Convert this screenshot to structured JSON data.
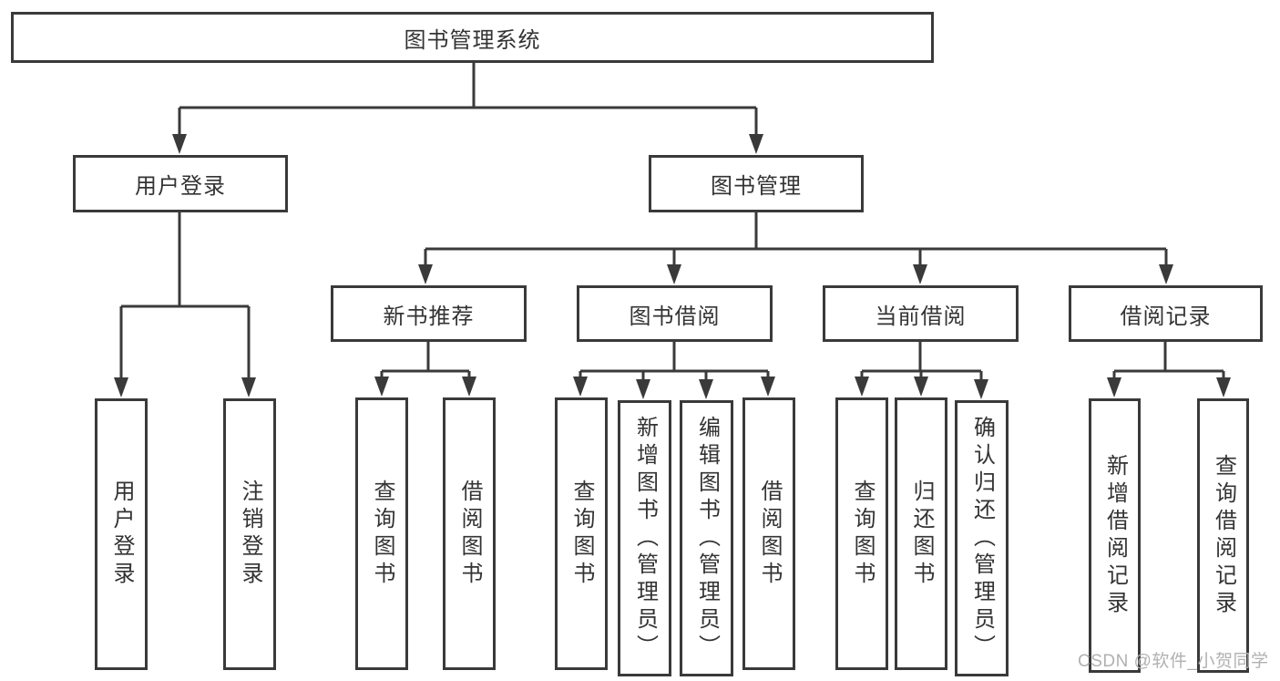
{
  "tree": {
    "label": "图书管理系统",
    "children": [
      {
        "label": "用户登录",
        "children": [
          {
            "label": "用户登录"
          },
          {
            "label": "注销登录"
          }
        ]
      },
      {
        "label": "图书管理",
        "children": [
          {
            "label": "新书推荐",
            "children": [
              {
                "label": "查询图书"
              },
              {
                "label": "借阅图书"
              }
            ]
          },
          {
            "label": "图书借阅",
            "children": [
              {
                "label": "查询图书"
              },
              {
                "label": "新增图书（管理员）"
              },
              {
                "label": "编辑图书（管理员）"
              },
              {
                "label": "借阅图书"
              }
            ]
          },
          {
            "label": "当前借阅",
            "children": [
              {
                "label": "查询图书"
              },
              {
                "label": "归还图书"
              },
              {
                "label": "确认归还（管理员）"
              }
            ]
          },
          {
            "label": "借阅记录",
            "children": [
              {
                "label": "新增借阅记录"
              },
              {
                "label": "查询借阅记录"
              }
            ]
          }
        ]
      }
    ]
  },
  "watermark": {
    "text": "CSDN @软件_小贺同学"
  },
  "colors": {
    "line": "#3a3a3a",
    "text": "#333333",
    "box_background": "#ffffff",
    "page_background": "#ffffff",
    "watermark": "#b1b1b1"
  }
}
